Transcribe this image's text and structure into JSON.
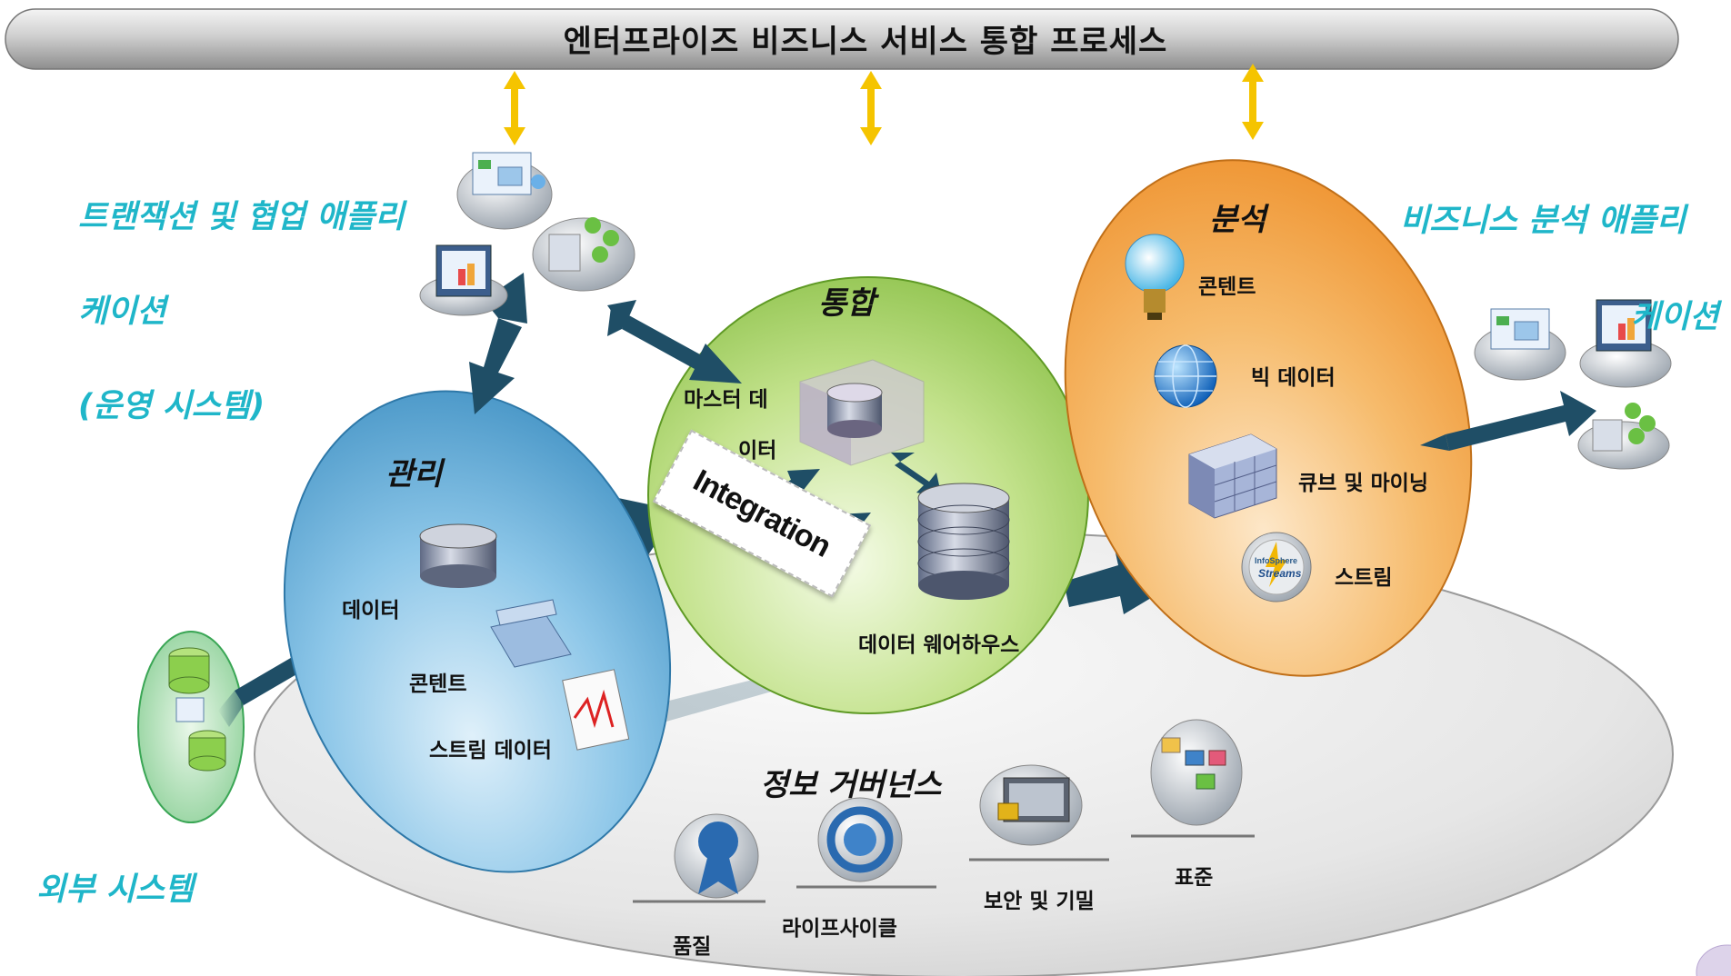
{
  "header": {
    "title": "엔터프라이즈 비즈니스 서비스 통합 프로세스"
  },
  "left_apps": {
    "line1": "트랜잭션 및 협업 애플리",
    "line2": "케이션",
    "line3": "(운영 시스템)"
  },
  "right_apps": {
    "line1": "비즈니스 분석 애플리",
    "line2": "케이션"
  },
  "external": {
    "label": "외부 시스템"
  },
  "manage": {
    "title": "관리",
    "items": {
      "data": "데이터",
      "content": "콘텐트",
      "stream": "스트림 데이터"
    }
  },
  "integrate": {
    "title": "통합",
    "items": {
      "master_line1": "마스터 데",
      "master_line2": "이터",
      "warehouse": "데이터 웨어하우스"
    },
    "tag": "Integration"
  },
  "analyze": {
    "title": "분석",
    "items": {
      "content": "콘텐트",
      "bigdata": "빅 데이터",
      "cube": "큐브 및 마이닝",
      "stream": "스트림"
    },
    "stream_logo_line1": "InfoSphere",
    "stream_logo_line2": "Streams"
  },
  "governance": {
    "title": "정보 거버넌스",
    "items": {
      "quality": "품질",
      "lifecycle": "라이프사이클",
      "security": "보안 및 기밀",
      "standard": "표준"
    }
  },
  "colors": {
    "manage": "#5aa9d6",
    "integrate": "#9fcf5a",
    "analyze": "#f3a54a",
    "side_text": "#1fb6c9",
    "arrow": "#1f4e66",
    "double_arrow": "#f5c400"
  }
}
